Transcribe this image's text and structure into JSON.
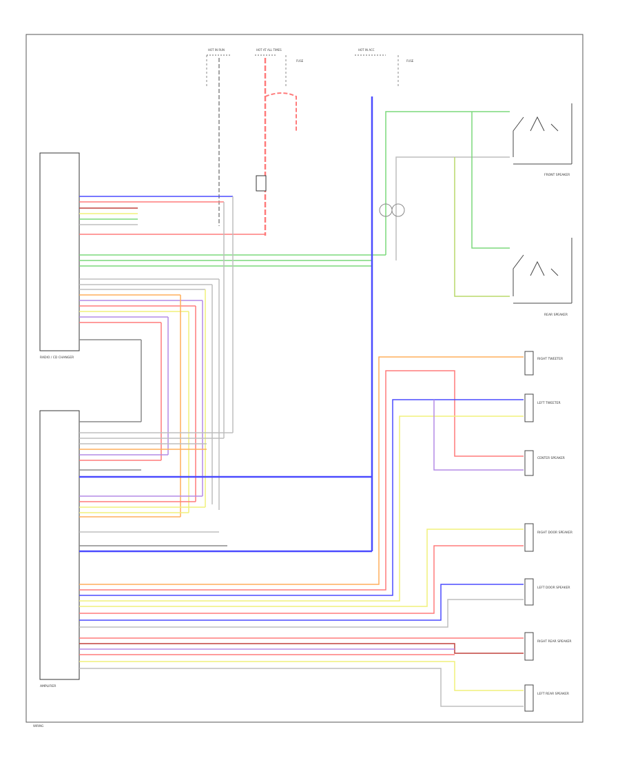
{
  "labels": {
    "radio_unit": "RADIO / CD CHANGER",
    "amplifier": "AMPLIFIER",
    "front_speaker": "FRONT SPEAKER",
    "rear_speaker": "REAR SPEAKER",
    "right_tweeter": "RIGHT TWEETER",
    "left_tweeter": "LEFT TWEETER",
    "center_speaker": "CENTER SPEAKER",
    "right_door_speaker": "RIGHT DOOR SPEAKER",
    "left_door_speaker": "LEFT DOOR SPEAKER",
    "right_rear_speaker": "RIGHT REAR SPEAKER",
    "left_rear_speaker": "LEFT REAR SPEAKER",
    "fuse_top_1": "HOT IN RUN",
    "fuse_top_2": "HOT AT ALL TIMES",
    "fuse_top_3": "HOT IN ACC",
    "footer": "WIRING"
  },
  "colors": {
    "blue": "#4a4aff",
    "red": "#ff7a7a",
    "green": "#7ad87a",
    "orange": "#ffae5a",
    "yellow": "#f0f07a",
    "violet": "#b48ae6",
    "gray": "#bdbdbd",
    "darkred": "#c0413c",
    "olive": "#b8d86a",
    "pink": "#ffb0b0"
  }
}
